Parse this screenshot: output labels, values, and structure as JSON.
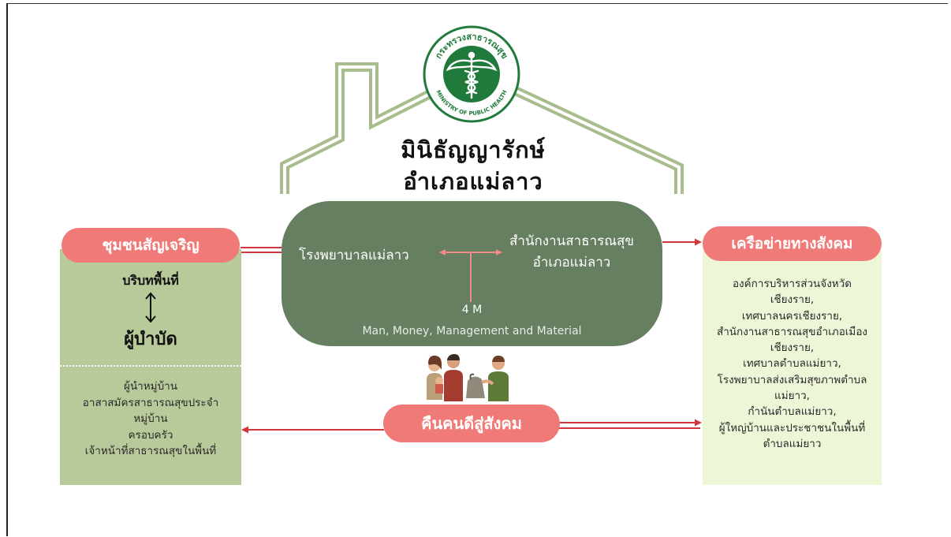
{
  "logo": {
    "top_text": "กระทรวงสาธารณสุข",
    "bottom_text": "MINISTRY OF PUBLIC HEALTH",
    "icon": "caduceus-emblem"
  },
  "title": {
    "line1": "มินิธัญญารักษ์",
    "line2": "อำเภอแม่ลาว"
  },
  "center": {
    "left_label": "โรงพยาบาลแม่ลาว",
    "right_line1": "สำนักงานสาธารณสุข",
    "right_line2": "อำเภอแม่ลาว",
    "metric": "4 M",
    "metric_desc": "Man, Money, Management and Material"
  },
  "left_panel": {
    "pill": "ชุมชนสัญเจริญ",
    "top_label": "บริบทพื้นที่",
    "bottom_label": "ผู้บำบัด",
    "items": [
      "ผู้นำหมู่บ้าน",
      "อาสาสมัครสาธารณสุขประจำ",
      "หมู่บ้าน",
      "ครอบครัว",
      "เจ้าหน้าที่สาธารณสุขในพื้นที่"
    ]
  },
  "right_panel": {
    "pill": "เครือข่ายทางสังคม",
    "items": [
      "องค์การบริหารส่วนจังหวัด",
      "เชียงราย,",
      "เทศบาลนครเชียงราย,",
      "สำนักงานสาธารณสุขอำเภอเมือง",
      "เชียงราย,",
      "เทศบาลตำบลแม่ยาว,",
      "โรงพยาบาลส่งเสริมสุขภาพตำบล",
      "แม่ยาว,",
      "กำนันตำบลแม่ยาว,",
      "ผู้ใหญ่บ้านและประชาชนในพื้นที่",
      "ตำบลแม่ยาว"
    ]
  },
  "bottom_pill": "คืนคนดีสู่สังคม",
  "colors": {
    "roof": "#a7bd8c",
    "center_box": "#667f61",
    "pill": "#ef7a78",
    "arrow": "#d2353e",
    "left_panel": "#b8c99a",
    "right_panel": "#eef6d8",
    "logo_green": "#1f7a3c"
  }
}
